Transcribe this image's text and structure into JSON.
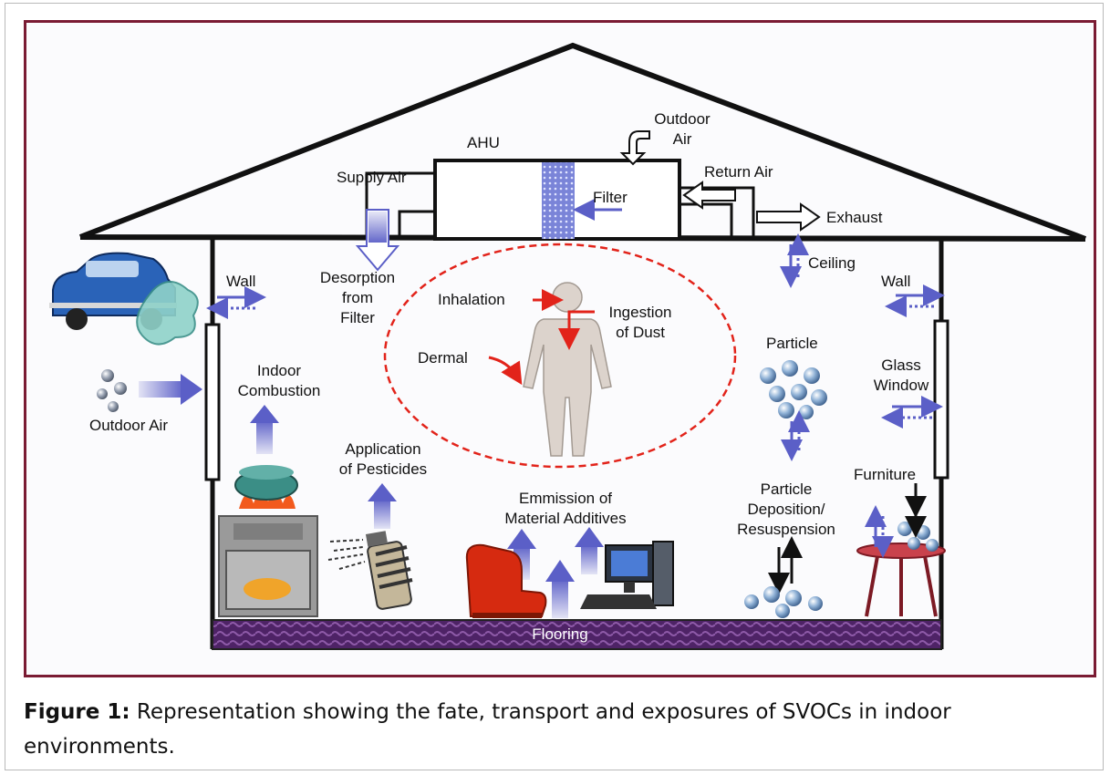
{
  "diagram": {
    "labels": {
      "ahu": "AHU",
      "outdoor_air_top": "Outdoor\nAir",
      "supply_air": "Supply Air",
      "return_air": "Return Air",
      "filter": "Filter",
      "exhaust": "Exhaust",
      "ceiling": "Ceiling",
      "wall_left": "Wall",
      "wall_right": "Wall",
      "desorption": "Desorption\nfrom\nFilter",
      "inhalation": "Inhalation",
      "ingestion": "Ingestion\nof Dust",
      "dermal": "Dermal",
      "particle": "Particle",
      "glass_window": "Glass\nWindow",
      "indoor_combustion": "Indoor\nCombustion",
      "outdoor_air_left": "Outdoor Air",
      "pesticides": "Application\nof Pesticides",
      "material_additives": "Emmission of\nMaterial Additives",
      "particle_deposition": "Particle\nDeposition/\nResuspension",
      "furniture": "Furniture",
      "flooring": "Flooring"
    },
    "colors": {
      "frame": "#7a1b33",
      "arrow_blue": "#5b5fc7",
      "arrow_red": "#e2231a",
      "flooring": "#5a2a78",
      "exposure_circle": "#e2231a"
    }
  },
  "caption": {
    "label": "Figure 1:",
    "text": " Representation showing the fate, transport and exposures of SVOCs in indoor environments."
  }
}
